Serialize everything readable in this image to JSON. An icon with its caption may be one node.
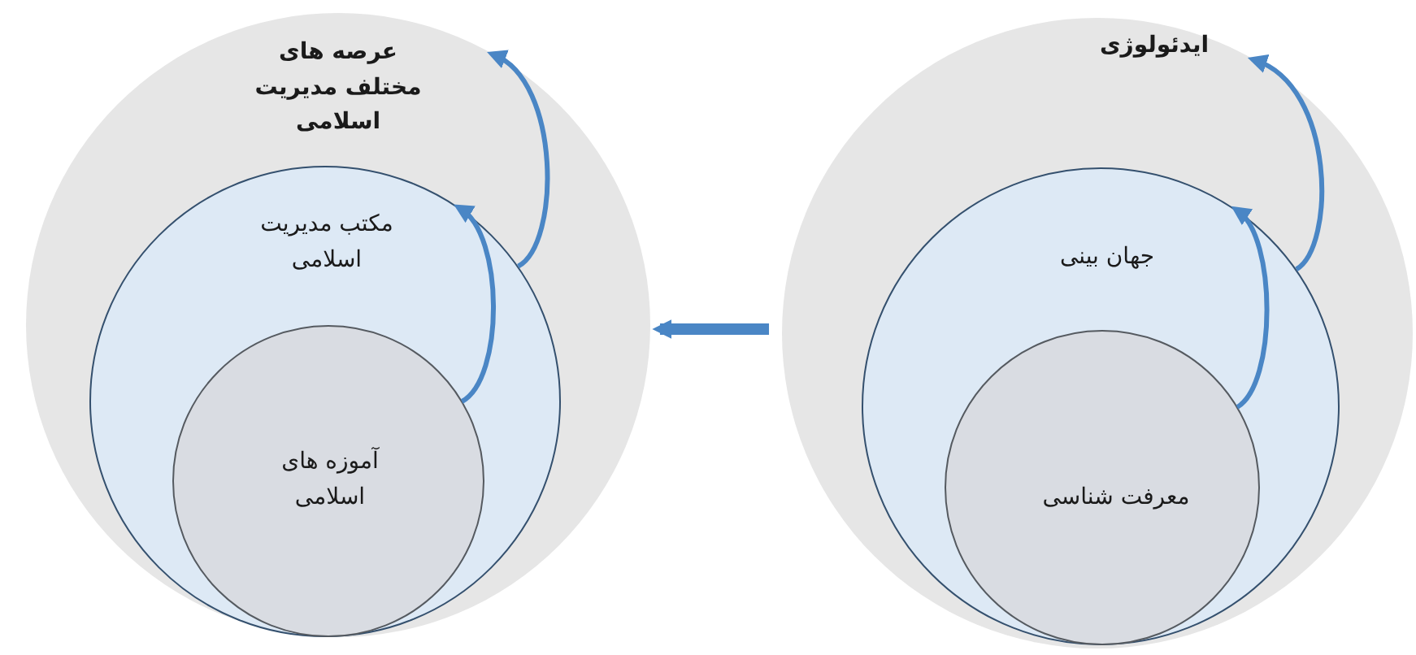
{
  "diagram": {
    "nodes": [
      {
        "text": [
          "عرصه های مختلف مدیریت اسلامی"
        ]
      },
      {
        "text": [
          "مکتب مدیریت اسلامی"
        ],
        "in": 0
      },
      {
        "text": [
          "آموزه های اسلامی"
        ],
        "in": 1
      },
      {
        "text": [
          "ایدئولوژی"
        ]
      },
      {
        "text": [
          "جهان بینی"
        ],
        "in": 3
      },
      {
        "text": [
          "معرفت شناسی"
        ],
        "in": 4
      }
    ],
    "edges": [
      {
        "from": 2,
        "to": 1,
        "arrow": "to"
      },
      {
        "from": 1,
        "to": 0,
        "arrow": "to"
      },
      {
        "from": 5,
        "to": 4,
        "arrow": "to"
      },
      {
        "from": 4,
        "to": 3,
        "arrow": "to"
      },
      {
        "from": 3,
        "to": 0,
        "arrow": "to",
        "style": "thick"
      }
    ]
  }
}
